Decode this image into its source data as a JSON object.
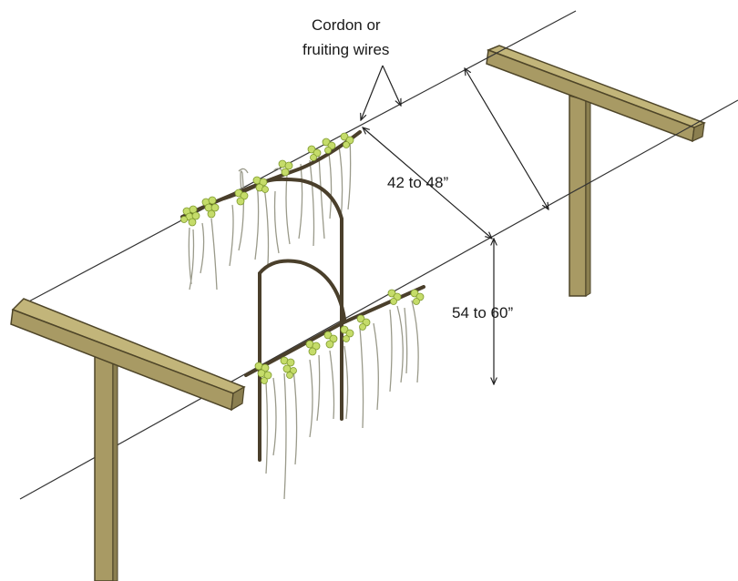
{
  "labels": {
    "wires_line1": "Cordon or",
    "wires_line2": "fruiting wires",
    "wire_spacing": "42 to 48”",
    "wire_height": "54 to 60”"
  },
  "colors": {
    "post_fill": "#a89a64",
    "post_stroke": "#4e4528",
    "post_shade": "#8b7f50",
    "wire": "#333333",
    "vine": "#4a3f2b",
    "shoot": "#9a9a8a",
    "grape": "#c5dc6a",
    "grape_stroke": "#7f9a2e",
    "leaf": "#a3c43c"
  }
}
